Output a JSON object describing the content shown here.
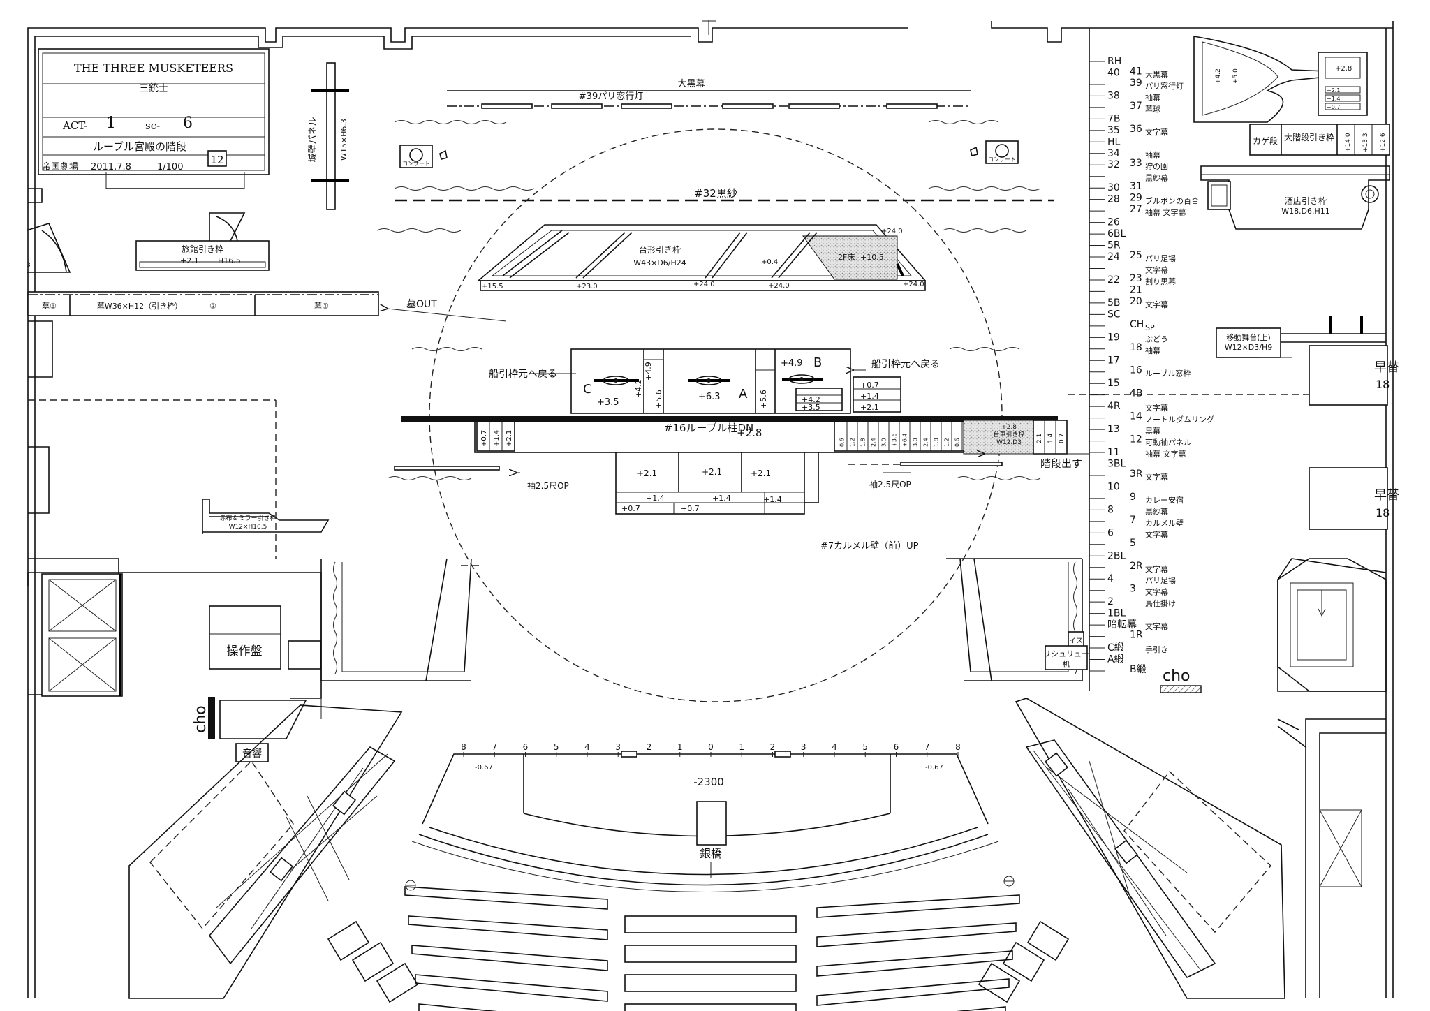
{
  "title_block": {
    "title_en": "THE THREE MUSKETEERS",
    "title_ja": "三銃士",
    "act_label": "ACT-",
    "act_value": "1",
    "scene_label": "sc-",
    "scene_value": "6",
    "scene_name": "ルーブル宮殿の階段",
    "theatre": "帝国劇場",
    "date": "2011.7.8",
    "scale": "1/100",
    "sheet_no": "12"
  },
  "upstage": {
    "black_curtain": "大黒幕",
    "paris_window": "#39パリ窓行灯",
    "castle_panel": "城壁パネル",
    "castle_panel_dims": "W15×H6.3",
    "concert_l": "コンサート",
    "concert_r": "コンサート",
    "black_gauze": "#32黒紗"
  },
  "platform": {
    "label": "台形引き枠",
    "dims": "W43×D6/H24",
    "floor_2f": "2F床",
    "floor_2f_height": "+10.5",
    "h_240_a": "+24.0",
    "h_240_b": "+24.0",
    "h_240_c": "+24.0",
    "h_240_d": "+24.0",
    "h_155": "+15.5",
    "h_230": "+23.0",
    "h_04": "+0.4"
  },
  "left_units": {
    "inn_wagon": "旅館引き枠",
    "inn_wagon_height": "+2.1",
    "inn_wagon_h": "H16.5",
    "tomb_1": "墓①",
    "tomb_2": "②",
    "tomb_3": "墓③",
    "tomb_label": "墓W36×H12（引き枠）",
    "tomb_out": "墓OUT",
    "mirror_wagon": "赤布＆ミラー引き枠",
    "mirror_dims": "W12×H10.5",
    "control_panel": "操作盤",
    "sound": "音響",
    "cho": "cho",
    "left_edge_num": "3"
  },
  "center_stairs": {
    "ship_return_l": "船引枠元へ戻る",
    "ship_return_r": "船引枠元へ戻る",
    "unit_a": "A",
    "unit_b": "B",
    "unit_c": "C",
    "h_a": "+6.3",
    "h_b": "+4.9",
    "h_c": "+3.5",
    "h_42": "+4.2",
    "h_49": "+4.9",
    "h_56a": "+5.6",
    "h_56b": "+5.6",
    "h_r42": "+4.2",
    "h_r35": "+3.5",
    "h_r07": "+0.7",
    "h_r14": "+1.4",
    "h_r21": "+2.1",
    "louvre_pillar": "#16ルーブル柱DN",
    "pillar_height": "+2.8",
    "left_steps": [
      "+0.7",
      "+1.4",
      "+2.1"
    ],
    "right_steps": [
      "0.6",
      "1.2",
      "1.8",
      "2.4",
      "3.0",
      "+3.6",
      "+6.4",
      "3.0",
      "2.4",
      "1.8",
      "1.2",
      "0.6"
    ],
    "cart_height": "+2.8",
    "cart_wagon": "台車引き枠",
    "cart_dims": "W12.D3",
    "cart_steps": [
      "2.1",
      "1.4",
      "0.7"
    ],
    "front_21": [
      "+2.1",
      "+2.1",
      "+2.1"
    ],
    "front_14": [
      "+1.4",
      "+1.4",
      "+1.4"
    ],
    "front_07": [
      "+0.7",
      "+0.7"
    ],
    "sleeve_l": "袖2.5尺OP",
    "sleeve_r": "袖2.5尺OP",
    "stairs_out": "階段出す",
    "carmel_wall": "#7カルメル壁（前）UP"
  },
  "line_set": {
    "items": [
      [
        "RH",
        "",
        ""
      ],
      [
        "40",
        "41",
        "大黒幕"
      ],
      [
        "",
        "39",
        "パリ窓行灯"
      ],
      [
        "38",
        "",
        "袖幕"
      ],
      [
        "",
        "37",
        "墓球"
      ],
      [
        "7B",
        "",
        ""
      ],
      [
        "35",
        "36",
        "文字幕"
      ],
      [
        "HL",
        "",
        ""
      ],
      [
        "34",
        "",
        "袖幕"
      ],
      [
        "32",
        "33",
        "狩の園"
      ],
      [
        "",
        "",
        "黒紗幕"
      ],
      [
        "30",
        "31",
        ""
      ],
      [
        "28",
        "29",
        "ブルボンの百合"
      ],
      [
        "",
        "27",
        "袖幕 文字幕"
      ],
      [
        "26",
        "",
        ""
      ],
      [
        "6BL",
        "",
        ""
      ],
      [
        "5R",
        "",
        ""
      ],
      [
        "24",
        "25",
        "パリ足場"
      ],
      [
        "",
        "",
        "文字幕"
      ],
      [
        "22",
        "23",
        "割り黒幕"
      ],
      [
        "",
        "21",
        ""
      ],
      [
        "5B",
        "20",
        "文字幕"
      ],
      [
        "SC",
        "",
        ""
      ],
      [
        "",
        "CH",
        "SP"
      ],
      [
        "19",
        "",
        "ぶどう"
      ],
      [
        "",
        "18",
        "袖幕"
      ],
      [
        "17",
        "",
        ""
      ],
      [
        "",
        "16",
        "ルーブル窓枠"
      ],
      [
        "15",
        "",
        ""
      ],
      [
        "",
        "4B",
        ""
      ],
      [
        "4R",
        "",
        "文字幕"
      ],
      [
        "",
        "14",
        "ノートルダムリング"
      ],
      [
        "13",
        "",
        "黒幕"
      ],
      [
        "",
        "12",
        "可動袖パネル"
      ],
      [
        "11",
        "",
        "袖幕 文字幕"
      ],
      [
        "3BL",
        "",
        ""
      ],
      [
        "",
        "3R",
        "文字幕"
      ],
      [
        "10",
        "",
        ""
      ],
      [
        "",
        "9",
        "カレー安宿"
      ],
      [
        "8",
        "",
        "黒紗幕"
      ],
      [
        "",
        "7",
        "カルメル壁"
      ],
      [
        "6",
        "",
        "文字幕"
      ],
      [
        "",
        "5",
        ""
      ],
      [
        "2BL",
        "",
        ""
      ],
      [
        "",
        "2R",
        "文字幕"
      ],
      [
        "4",
        "",
        "パリ足場"
      ],
      [
        "",
        "3",
        "文字幕"
      ],
      [
        "2",
        "",
        "鳥仕掛け"
      ],
      [
        "1BL",
        "",
        ""
      ],
      [
        "暗転幕",
        "",
        "文字幕"
      ],
      [
        "",
        "1R",
        ""
      ],
      [
        "C緞",
        "",
        "手引き"
      ],
      [
        "A緞",
        "",
        ""
      ],
      [
        "",
        "B緞",
        ""
      ]
    ],
    "cho": "cho",
    "isu": "イス",
    "richelieu": "リシュリュー",
    "desk": "机"
  },
  "right_units": {
    "grand_stairs": "大階段引き枠",
    "kage": "カゲ段",
    "bar_wagon": "酒店引き枠",
    "bar_dims": "W18.D6.H11",
    "moving_stage": "移動舞台(上)",
    "moving_dims": "W12×D3/H9",
    "quick_1": "早替",
    "quick_1_num": "18",
    "quick_2": "早替",
    "quick_2_num": "18",
    "stairs_heights": [
      "+2.8",
      "+2.1",
      "+1.4",
      "+0.7"
    ],
    "vert_heights": [
      "+14.0",
      "+13.3",
      "+12.6"
    ],
    "boat_heights": [
      "+4.2",
      "+5.0"
    ]
  },
  "apron": {
    "numbers": [
      "8",
      "7",
      "6",
      "5",
      "4",
      "3",
      "2",
      "1",
      "0",
      "1",
      "2",
      "3",
      "4",
      "5",
      "6",
      "7",
      "8"
    ],
    "pit_depth": "-2300",
    "side_depth_l": "-0.67",
    "side_depth_r": "-0.67",
    "bridge": "銀橋"
  }
}
